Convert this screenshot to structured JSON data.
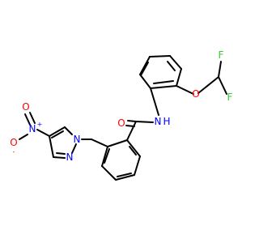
{
  "colors": {
    "bond": "#000000",
    "oxygen": "#ff0000",
    "nitrogen": "#0000ff",
    "fluorine": "#32cd32"
  },
  "labels": {
    "f_top": "F",
    "f_right": "F",
    "o_ether": "O",
    "o_carbonyl": "O",
    "n_amide": "N",
    "h_amide": "H",
    "n_pyrazole_1": "N",
    "n_pyrazole_2": "N",
    "n_nitro": "N",
    "n_nitro_charge": "+",
    "o_nitro_top": "O",
    "o_nitro_bottom": "O",
    "o_nitro_charge": "-"
  }
}
